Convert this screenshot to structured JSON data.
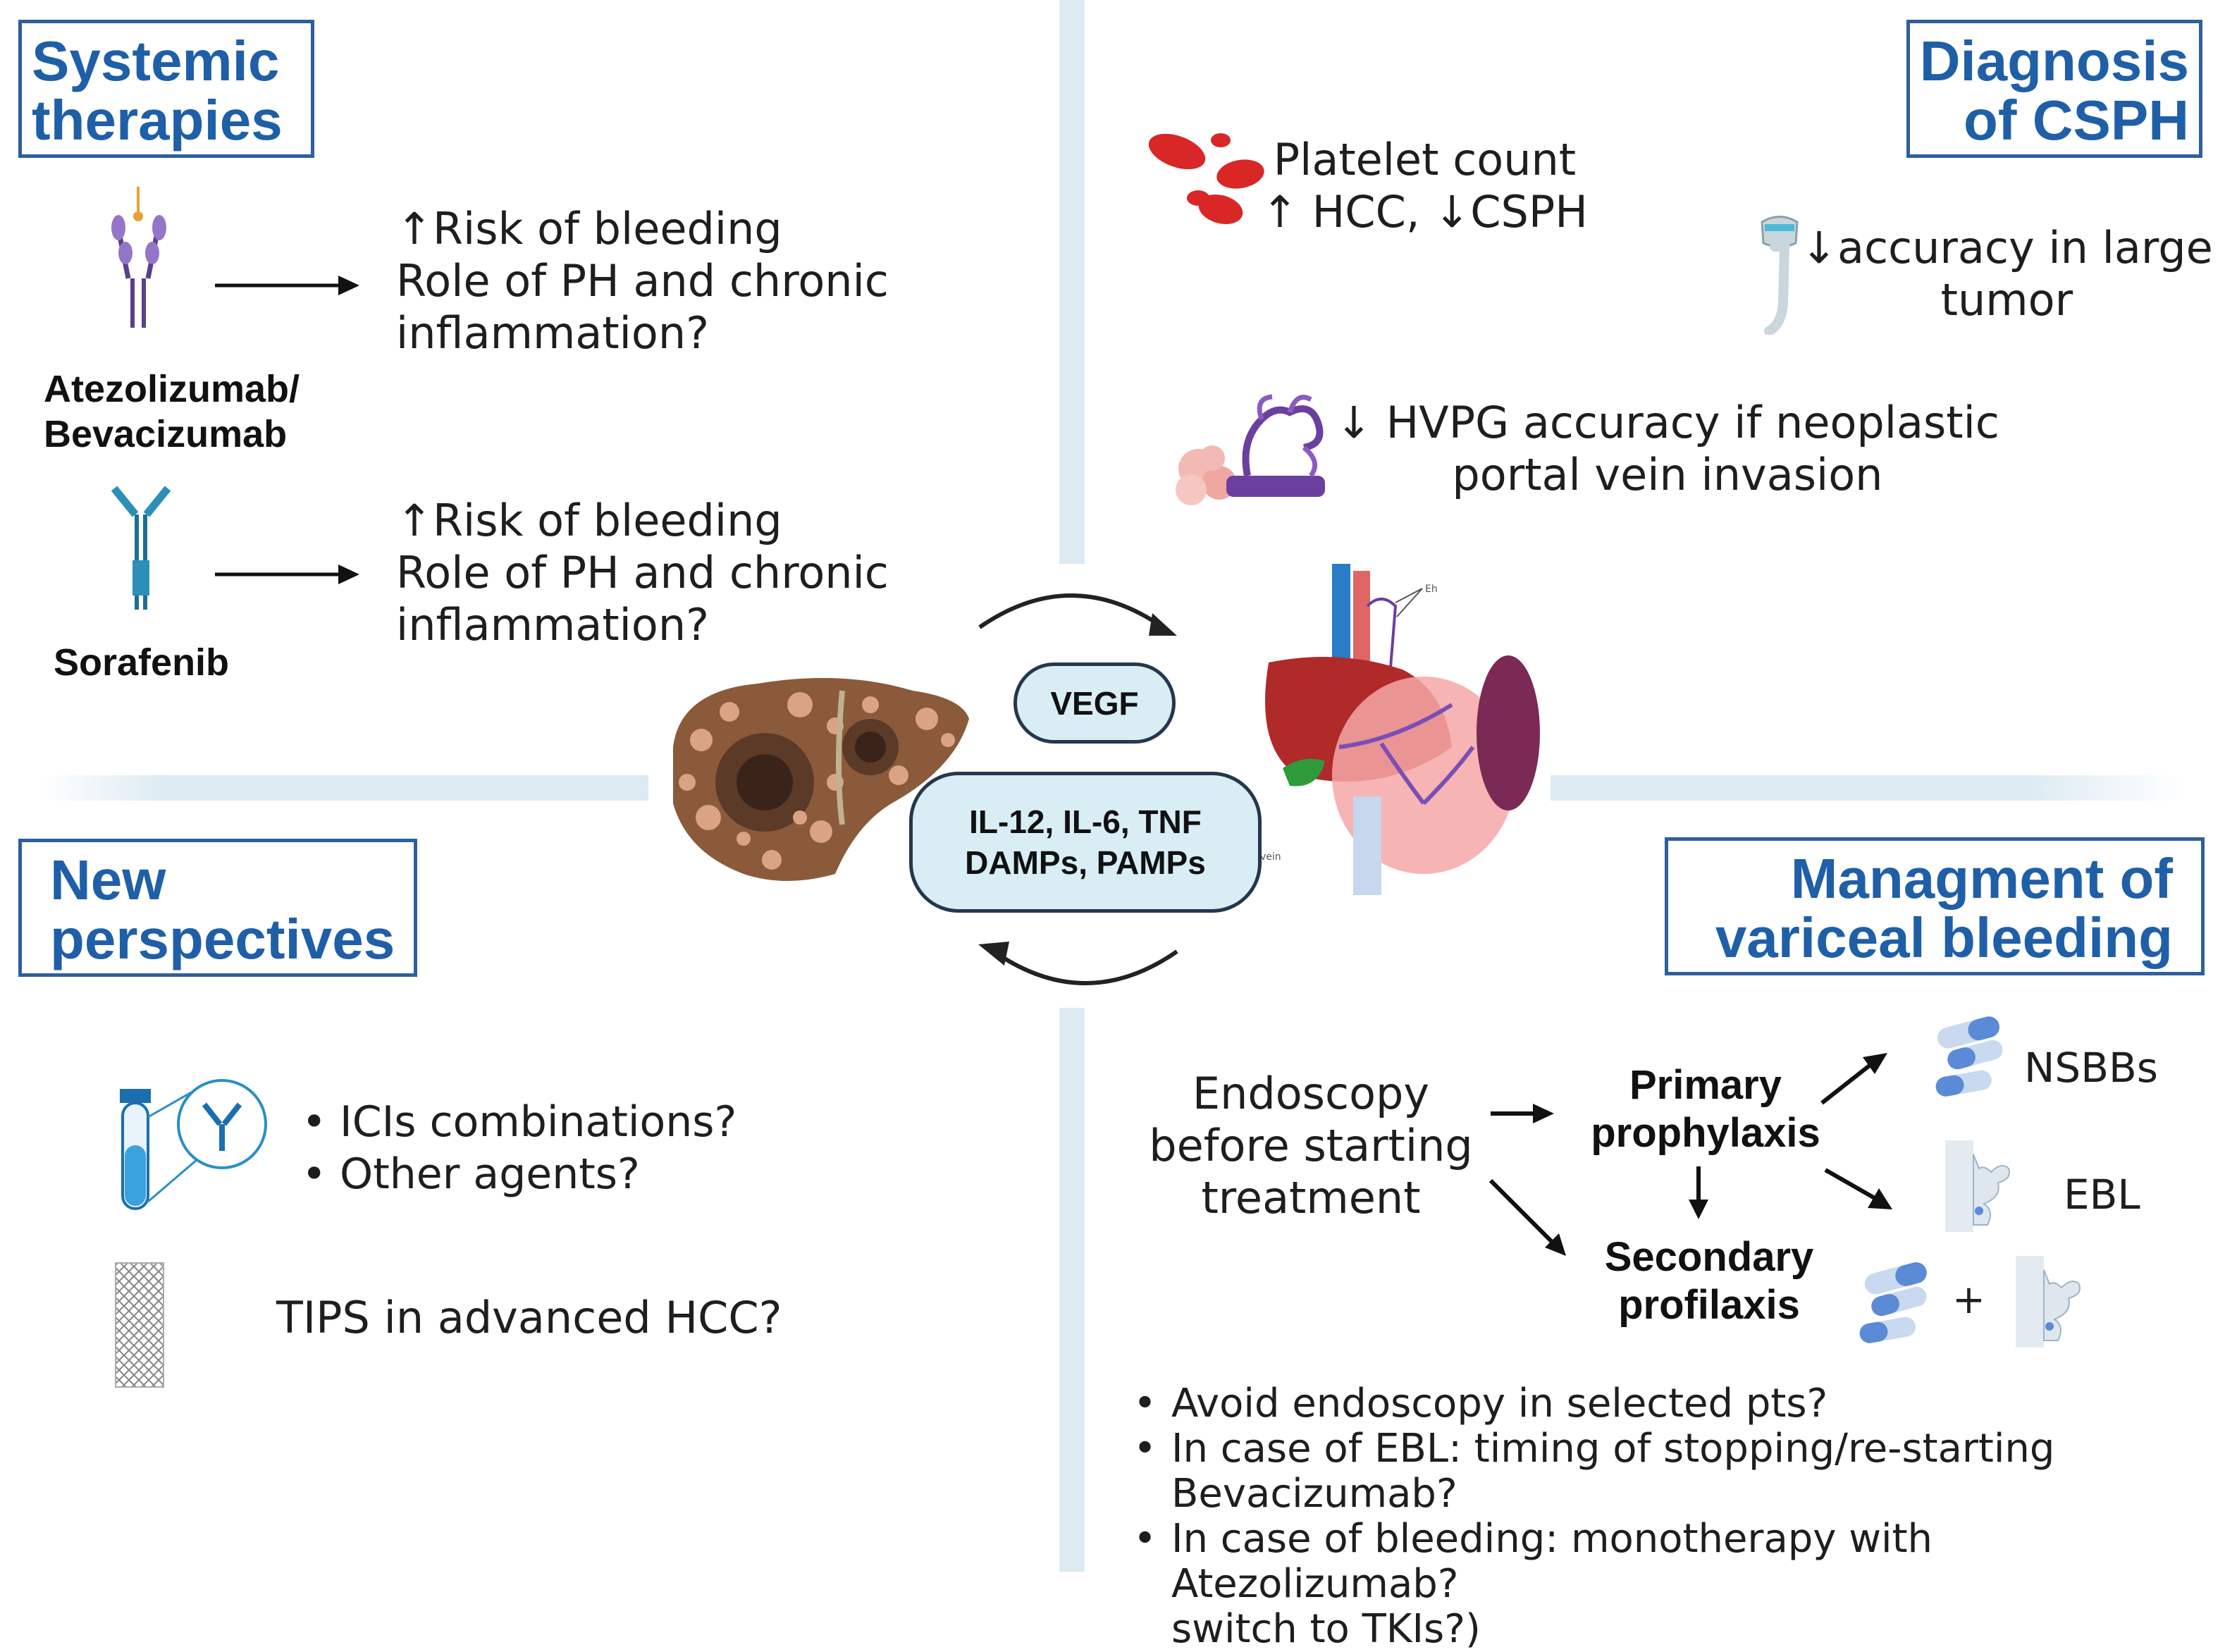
{
  "quadrants": {
    "systemic": {
      "title": [
        "Systemic",
        "therapies"
      ],
      "drug1": {
        "label": [
          "Atezolizumab/",
          "Bevacizumab"
        ],
        "text": [
          "↑Risk of bleeding",
          "Role of PH and chronic",
          "inflammation?"
        ]
      },
      "drug2": {
        "label": "Sorafenib",
        "text": [
          "↑Risk of bleeding",
          "Role of PH and chronic",
          "inflammation?"
        ]
      }
    },
    "diagnosis": {
      "title": [
        "Diagnosis",
        "of CSPH"
      ],
      "platelet": [
        "Platelet count",
        "↑ HCC,  ↓CSPH"
      ],
      "ultrasound": [
        "↓accuracy in large",
        "tumor"
      ],
      "hvpg": [
        "↓ HVPG accuracy if neoplastic",
        "portal vein invasion"
      ]
    },
    "perspectives": {
      "title": [
        "New",
        "perspectives"
      ],
      "bullets": [
        "ICIs combinations?",
        "Other agents?"
      ],
      "tips": "TIPS in advanced HCC?"
    },
    "management": {
      "title": [
        "Managment of",
        "variceal bleeding"
      ],
      "endoscopy": [
        "Endoscopy",
        "before starting",
        "treatment"
      ],
      "primary": [
        "Primary",
        "prophylaxis"
      ],
      "secondary": [
        "Secondary",
        "profilaxis"
      ],
      "nsbbs": "NSBBs",
      "ebl": "EBL",
      "plus": "+",
      "bullets": [
        "Avoid endoscopy in selected pts?",
        "In case of EBL: timing of stopping/re-starting Bevacizumab?",
        "In case of bleeding: monotherapy with Atezolizumab? switch to TKIs?)"
      ],
      "bullets_lines": [
        [
          "Avoid endoscopy in selected pts?"
        ],
        [
          "In case of EBL: timing of stopping/re-starting",
          "Bevacizumab?"
        ],
        [
          "In case of bleeding: monotherapy with Atezolizumab?",
          "switch to TKIs?)"
        ]
      ]
    }
  },
  "center": {
    "vegf": "VEGF",
    "cytokines": [
      "IL-12, IL-6, TNF",
      "DAMPs, PAMPs"
    ]
  },
  "anatomy_tiny_labels": {
    "top": "Eh",
    "bottom": "vein"
  },
  "bullet_char": "•",
  "colors": {
    "title_blue": "#1f5fa8",
    "border_blue": "#2e5f9e",
    "divider": "#dcebf2",
    "pill_fill": "#d8eef4",
    "pill_border": "#26364d"
  }
}
